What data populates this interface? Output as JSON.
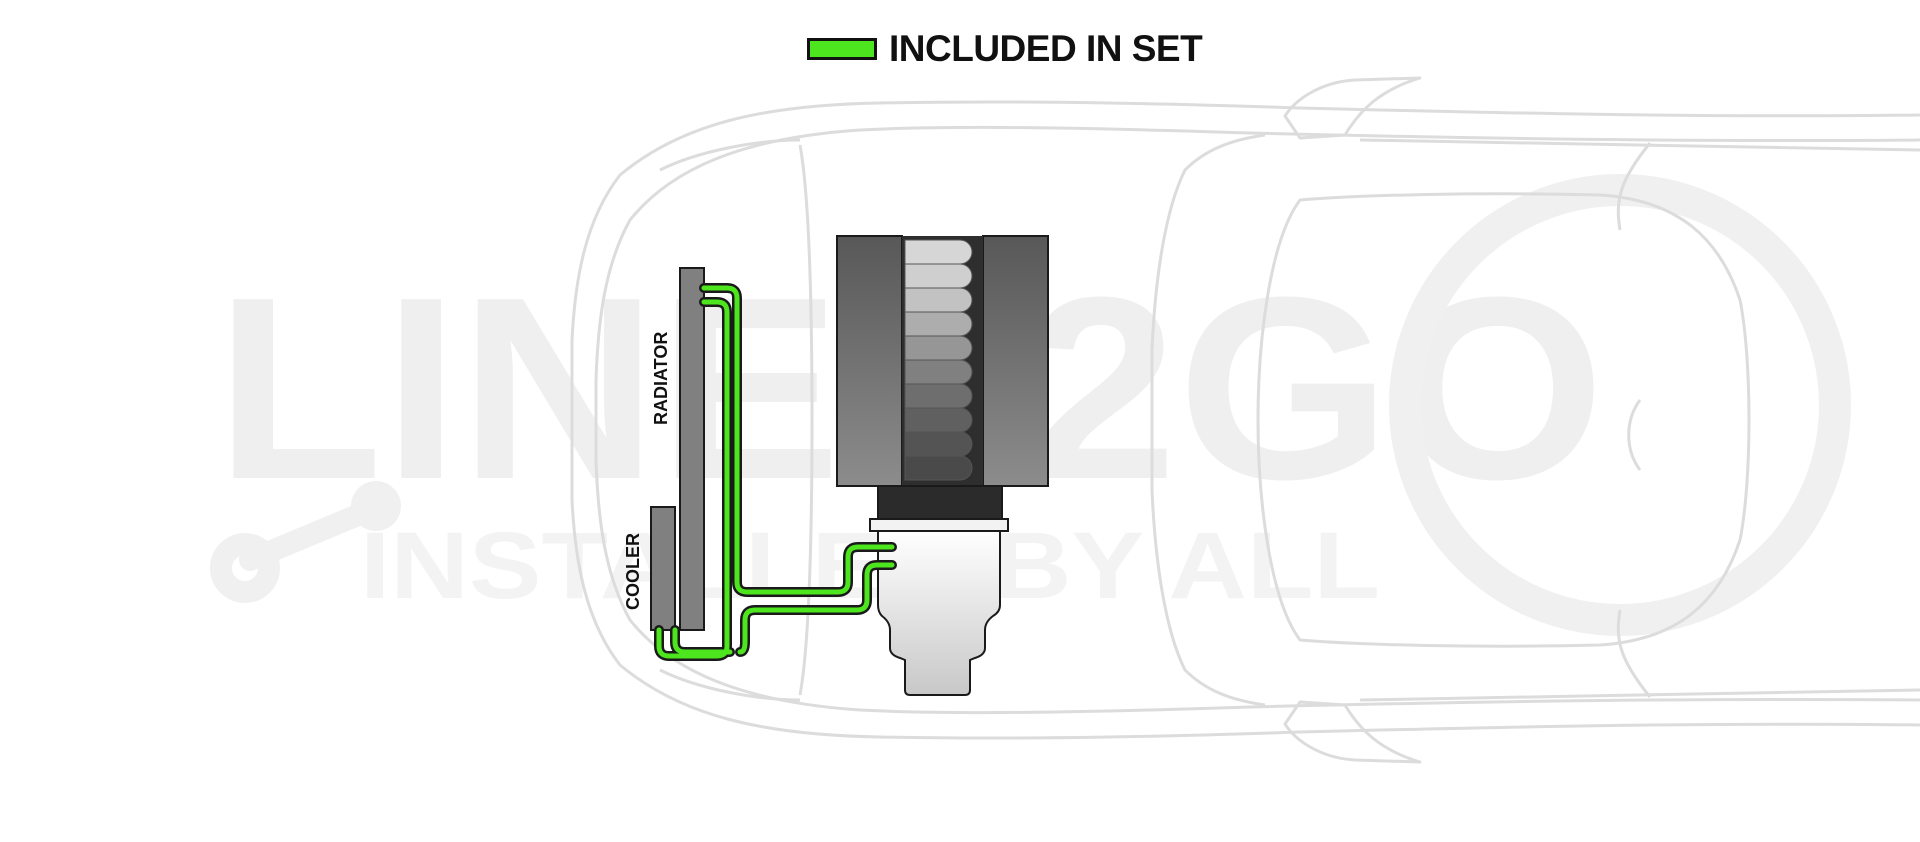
{
  "legend": {
    "label": "INCLUDED IN SET",
    "swatch_color": "#4de61e"
  },
  "watermark": {
    "brand": "LINES2GO",
    "tagline": "INSTALLED BY ALL",
    "color": "#efefef"
  },
  "diagram": {
    "components": {
      "radiator_label": "RADIATOR",
      "cooler_label": "COOLER"
    },
    "line_color": "#4de61e",
    "outline_color": "#1a1a1a",
    "car_outline_color": "#dcdcdc"
  }
}
